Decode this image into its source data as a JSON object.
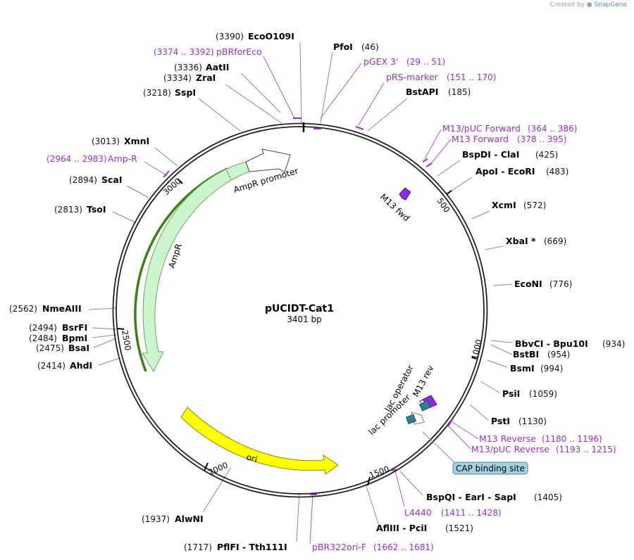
{
  "credit": {
    "prefix": "Created by",
    "brand": "SnapGene"
  },
  "plasmid": {
    "name": "pUCIDT-Cat1",
    "length": "3401 bp"
  },
  "colors": {
    "primer": "#9b2fc9",
    "backbone": "#222222",
    "amp": "#cdf5cd",
    "ori": "#ffff00",
    "lac": "#2e7f91",
    "cap": "#a6d2e0"
  },
  "sites": [
    {
      "name": "EcoO109I",
      "pos": "(3390)"
    },
    {
      "name": "PfoI",
      "pos": "(46)"
    },
    {
      "name": "AatII",
      "pos": "(3336)"
    },
    {
      "name": "ZraI",
      "pos": "(3334)"
    },
    {
      "name": "SspI",
      "pos": "(3218)"
    },
    {
      "name": "BstAPI",
      "pos": "(185)"
    },
    {
      "name": "XmnI",
      "pos": "(3013)"
    },
    {
      "name": "BspDI  -  ClaI",
      "pos": "(425)"
    },
    {
      "name": "ApoI  -  EcoRI",
      "pos": "(483)"
    },
    {
      "name": "ScaI",
      "pos": "(2894)"
    },
    {
      "name": "XcmI",
      "pos": "(572)"
    },
    {
      "name": "TsoI",
      "pos": "(2813)"
    },
    {
      "name": "XbaI *",
      "pos": "(669)"
    },
    {
      "name": "EcoNI",
      "pos": "(776)"
    },
    {
      "name": "NmeAIII",
      "pos": "(2562)"
    },
    {
      "name": "BbvCI  -  Bpu10I",
      "pos": "(934)"
    },
    {
      "name": "BsrFI",
      "pos": "(2494)"
    },
    {
      "name": "BpmI",
      "pos": "(2484)"
    },
    {
      "name": "BsaI",
      "pos": "(2475)"
    },
    {
      "name": "BstBI",
      "pos": "(954)"
    },
    {
      "name": "AhdI",
      "pos": "(2414)"
    },
    {
      "name": "BsmI",
      "pos": "(994)"
    },
    {
      "name": "PsiI",
      "pos": "(1059)"
    },
    {
      "name": "PstI",
      "pos": "(1130)"
    },
    {
      "name": "BspQI  -  EarI  -  SapI",
      "pos": "(1405)"
    },
    {
      "name": "AlwNI",
      "pos": "(1937)"
    },
    {
      "name": "AflIII  -  PciI",
      "pos": "(1521)"
    },
    {
      "name": "PflFI  -  Tth111I",
      "pos": "(1717)"
    }
  ],
  "primers": [
    {
      "name": "pBRforEco",
      "range": "(3374 .. 3392)"
    },
    {
      "name": "pGEX 3'",
      "range": "(29 .. 51)"
    },
    {
      "name": "pRS-marker",
      "range": "(151 .. 170)"
    },
    {
      "name": "M13/pUC Forward",
      "range": "(364 .. 386)"
    },
    {
      "name": "M13 Forward",
      "range": "(378 .. 395)"
    },
    {
      "name": "Amp-R",
      "range": "(2964 .. 2983)"
    },
    {
      "name": "M13 Reverse",
      "range": "(1180 .. 1196)"
    },
    {
      "name": "M13/pUC Reverse",
      "range": "(1193 .. 1215)"
    },
    {
      "name": "L4440",
      "range": "(1411 .. 1428)"
    },
    {
      "name": "pBR322ori-F",
      "range": "(1662 .. 1681)"
    }
  ],
  "features": [
    {
      "name": "AmpR promoter"
    },
    {
      "name": "AmpR"
    },
    {
      "name": "ori"
    },
    {
      "name": "M13 fwd"
    },
    {
      "name": "lac operator"
    },
    {
      "name": "M13 rev"
    },
    {
      "name": "lac promoter"
    },
    {
      "name": "CAP binding site"
    }
  ],
  "ticks": [
    "500",
    "1000",
    "1500",
    "2000",
    "2500",
    "3000"
  ]
}
